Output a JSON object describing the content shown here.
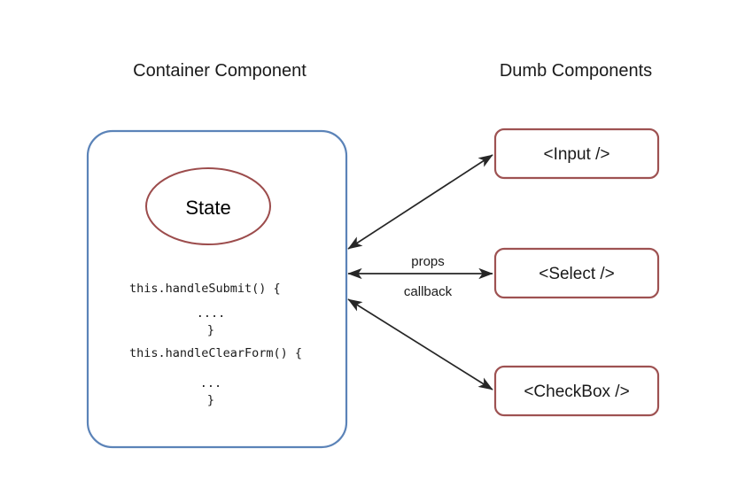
{
  "diagram": {
    "headings": {
      "left": "Container Component",
      "right": "Dumb Components"
    },
    "container": {
      "state_label": "State",
      "code_lines": [
        "this.handleSubmit() {",
        "....",
        "}",
        "this.handleClearForm() {",
        "...",
        "}"
      ],
      "code_block_1": {
        "signature": "this.handleSubmit() {",
        "body": "....",
        "close": "}"
      },
      "code_block_2": {
        "signature": "this.handleClearForm() {",
        "body": "...",
        "close": "}"
      }
    },
    "dumb_components": [
      {
        "label": "<Input />"
      },
      {
        "label": "<Select />"
      },
      {
        "label": "<CheckBox />"
      }
    ],
    "edge_labels": {
      "props": "props",
      "callback": "callback"
    },
    "colors": {
      "container_stroke": "#5b83b8",
      "state_stroke": "#9c4c4c",
      "dumb_box_stroke": "#9e5252",
      "arrow": "#262626",
      "background": "#ffffff",
      "text": "#1a1a1a"
    }
  }
}
